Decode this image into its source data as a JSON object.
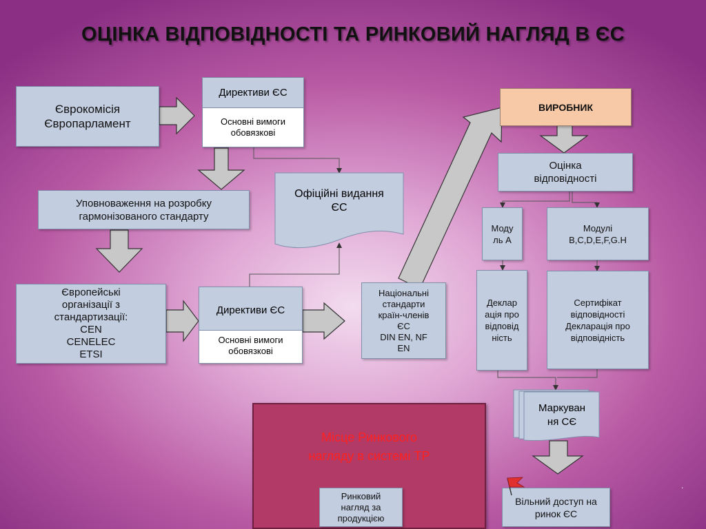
{
  "title": "ОЦІНКА ВІДПОВІДНОСТІ ТА РИНКОВИЙ НАГЛЯД В ЄС",
  "nodes": {
    "eu_commission": "Єврокомісія\nЄвропарламент",
    "eu_directives_top": {
      "header": "Директиви ЄС",
      "body": "Основні вимоги\nобовязкові"
    },
    "official_publications": "Офіційні видання\nЄС",
    "mandate": "Уповноваження на розробку\nгармонізованого стандарту",
    "standard_orgs": "Європейські\nорганізації з\nстандартизації:\nCEN\nCENELEC\nETSI",
    "eu_directives_bottom": {
      "header": "Директиви ЄС",
      "body": "Основні вимоги\nобовязкові"
    },
    "national_standards": "Національні\nстандарти\nкраїн-членів\nЄС\nDIN EN, NF\nEN",
    "manufacturer": "ВИРОБНИК",
    "conformity_assessment": "Оцінка\nвідповідності",
    "module_a": "Моду\nль А",
    "modules_other": "Модулі\nB,C,D,E,F,G.H",
    "declaration": "Деклар\nація про\nвідповід\nність",
    "certificate": "Сертифікат\nвідповідності\nДекларація про\nвідповідність",
    "ce_marking": "Маркуван\nня СЄ",
    "market_surveillance_place": "Місце Ринкового\nнагляду в системі ТР",
    "market_surveillance": "Ринковий\nнагляд за\nпродукцією",
    "free_access": "Вільний доступ на\nринок ЄС"
  },
  "colors": {
    "box_fill": "#c3cde0",
    "manufacturer_fill": "#f8c9a6",
    "surveillance_fill": "#b23a66",
    "surveillance_text": "#ff2020",
    "arrow_fill": "#c8c8c8",
    "flag": "#e03030"
  },
  "dot": "."
}
